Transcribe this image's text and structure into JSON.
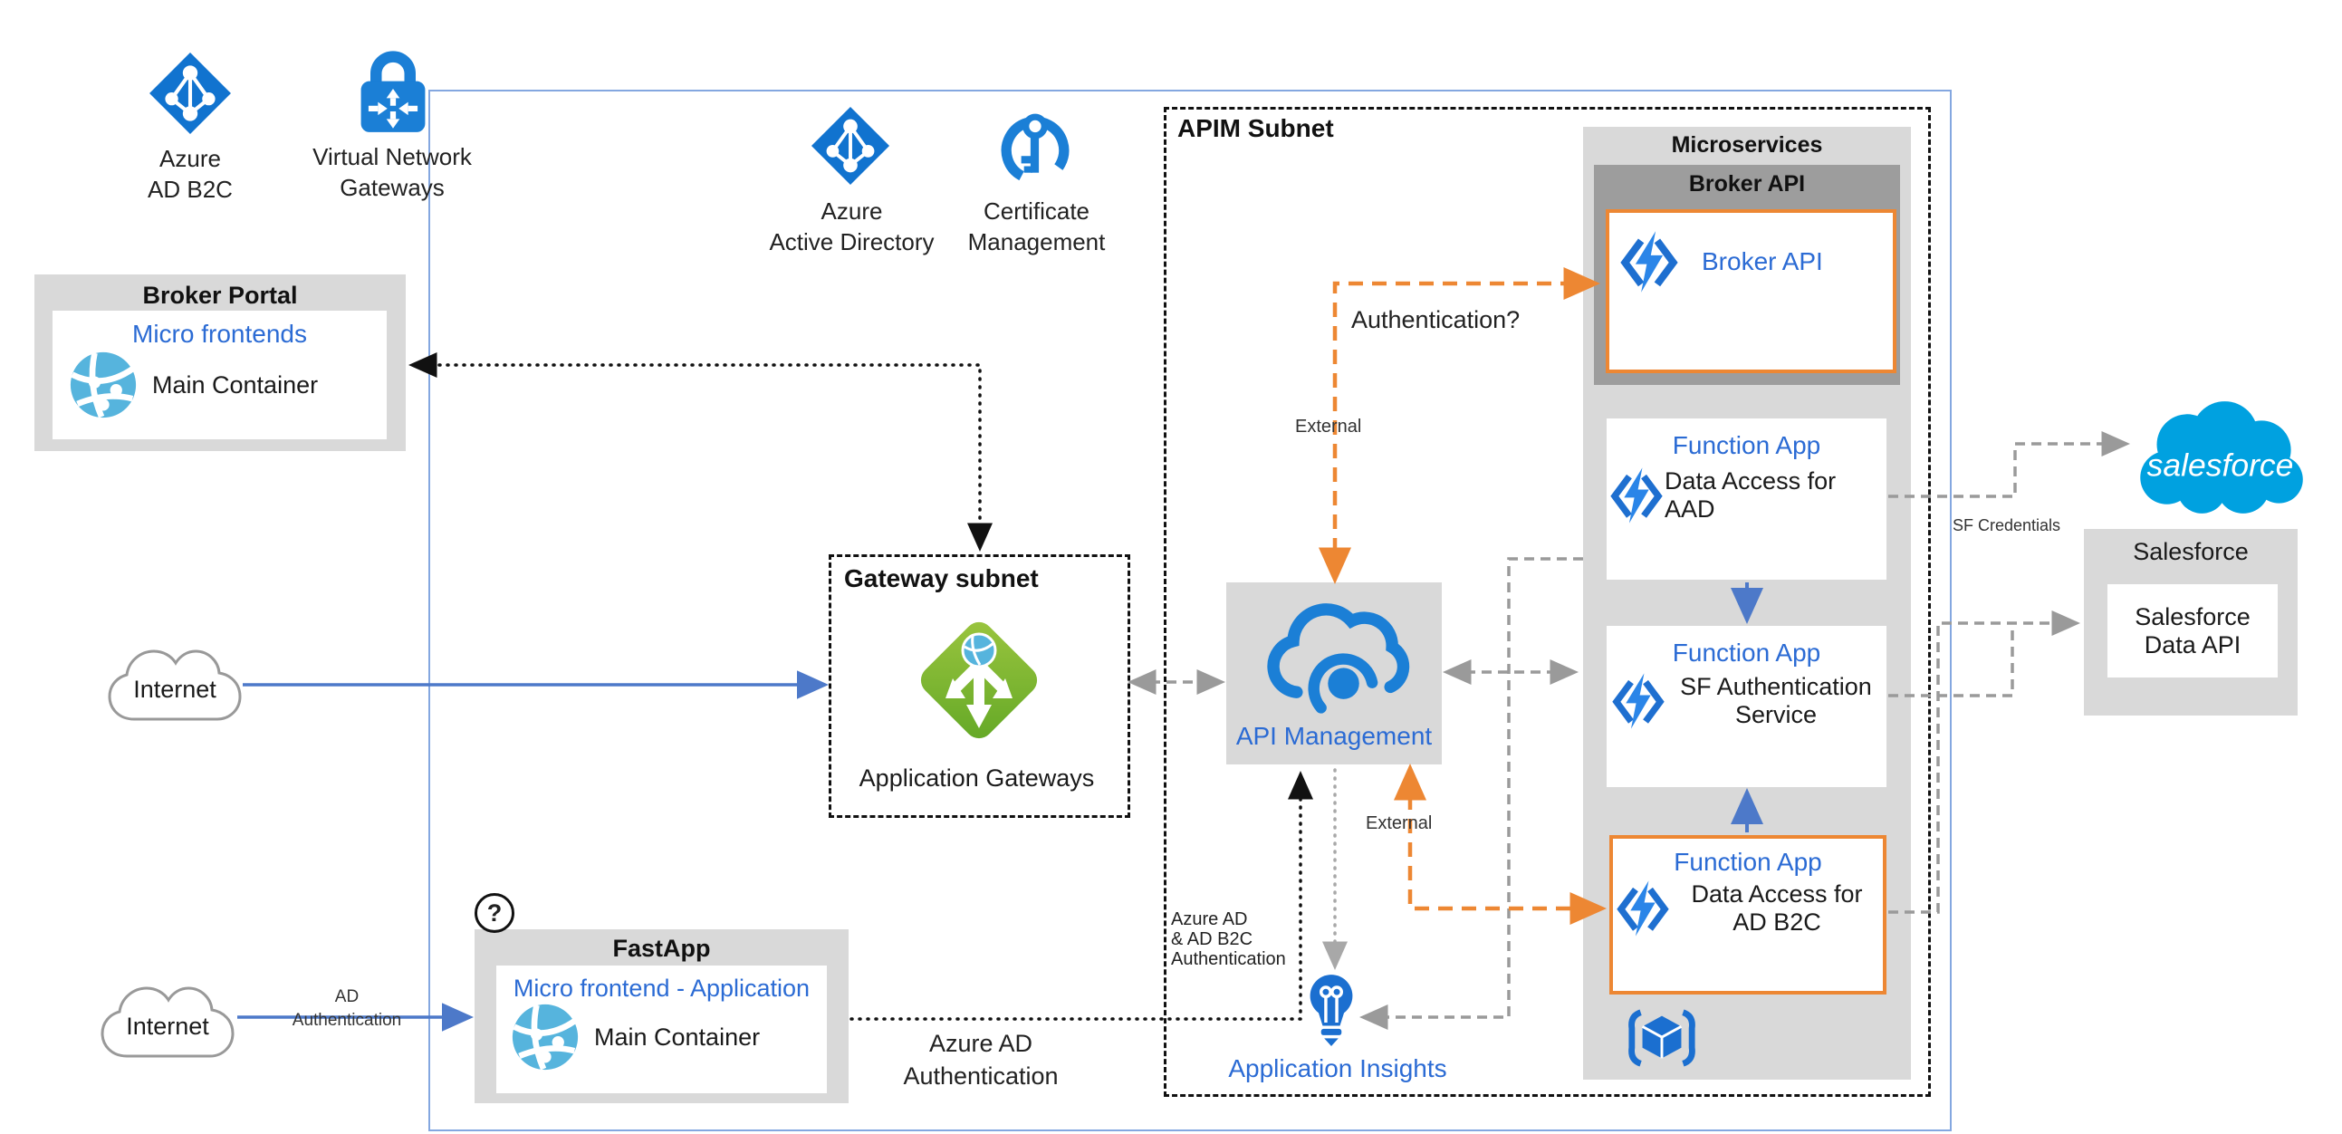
{
  "colors": {
    "azure_blue": "#1B7FD6",
    "link_blue": "#2B6BD4",
    "arrow_blue": "#4D79C9",
    "orange": "#ED8733",
    "gray_box": "#D9D9D9",
    "dark_gray_header": "#9D9D9D",
    "connector_gray": "#9A9A9A",
    "salesforce_blue": "#00A1E0",
    "gateway_green": "#76B82A",
    "vnet_border_blue": "#84A7E0"
  },
  "standalone_icons": {
    "azure_ad_b2c": {
      "icon": "azure-ad-icon",
      "label_lines": [
        "Azure",
        "AD B2C"
      ]
    },
    "virtual_network_gateways": {
      "icon": "vpn-lock-icon",
      "label_lines": [
        "Virtual Network",
        "Gateways"
      ]
    },
    "azure_active_directory": {
      "icon": "azure-ad-icon",
      "label_lines": [
        "Azure",
        "Active Directory"
      ]
    },
    "certificate_management": {
      "icon": "certificate-key-icon",
      "label_lines": [
        "Certificate",
        "Management"
      ]
    }
  },
  "broker_portal": {
    "title": "Broker Portal",
    "frontend_title": "Micro frontends",
    "container_label": "Main Container"
  },
  "internet_top": {
    "label": "Internet"
  },
  "internet_bottom": {
    "label": "Internet"
  },
  "gateway_subnet": {
    "title": "Gateway subnet",
    "node_label": "Application Gateways"
  },
  "apim_subnet": {
    "title": "APIM Subnet"
  },
  "api_management": {
    "label": "API Management"
  },
  "application_insights": {
    "label": "Application Insights"
  },
  "microservices": {
    "title": "Microservices",
    "broker_api_group": {
      "header": "Broker API",
      "node_label": "Broker API"
    },
    "function_apps": [
      {
        "title": "Function App",
        "name": "Data Access for AAD"
      },
      {
        "title": "Function App",
        "name": "SF Authentication Service"
      },
      {
        "title": "Function App",
        "name": "Data Access for AD B2C"
      }
    ]
  },
  "salesforce": {
    "cloud_label": "salesforce",
    "box_title": "Salesforce",
    "node_label": "Salesforce Data API"
  },
  "fastapp": {
    "title": "FastApp",
    "frontend_title": "Micro frontend - Application",
    "container_label": "Main Container",
    "question_mark": "?"
  },
  "edge_labels": {
    "authentication_question": "Authentication?",
    "external_top": "External",
    "external_bottom": "External",
    "sf_credentials": "SF Credentials",
    "ad_authentication_lines": [
      "AD",
      "Authentication"
    ],
    "azure_ad_authentication_lines": [
      "Azure AD",
      "Authentication"
    ],
    "azure_ad_b2c_authentication_lines": [
      "Azure AD",
      "& AD B2C",
      "Authentication"
    ]
  }
}
